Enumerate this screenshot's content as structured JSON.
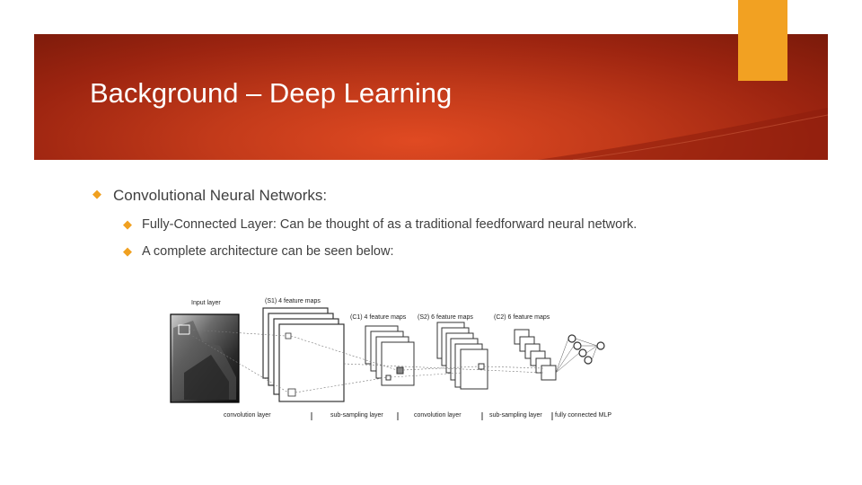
{
  "slide": {
    "title": "Background – Deep Learning",
    "bullets": [
      {
        "level": 1,
        "text": "Convolutional Neural Networks:"
      },
      {
        "level": 2,
        "text": "Fully-Connected Layer: Can be thought of as a traditional feedforward neural network."
      },
      {
        "level": 2,
        "text": "A complete architecture can be seen below:"
      }
    ],
    "bullet_icon": "diamond-bullet-icon",
    "colors": {
      "banner": "#b83216",
      "accent": "#f2a122",
      "bullet": "#f0a020",
      "text": "#404040"
    }
  },
  "figure": {
    "top_labels": {
      "input": "Input layer",
      "s1": "(S1) 4 feature maps",
      "c1": "(C1) 4 feature maps",
      "s2": "(S2) 6 feature maps",
      "c2": "(C2) 6 feature maps"
    },
    "bottom_labels": {
      "conv1": "convolution layer",
      "sub1": "sub-sampling layer",
      "conv2": "convolution layer",
      "sub2": "sub-sampling layer",
      "mlp": "fully connected MLP"
    }
  }
}
